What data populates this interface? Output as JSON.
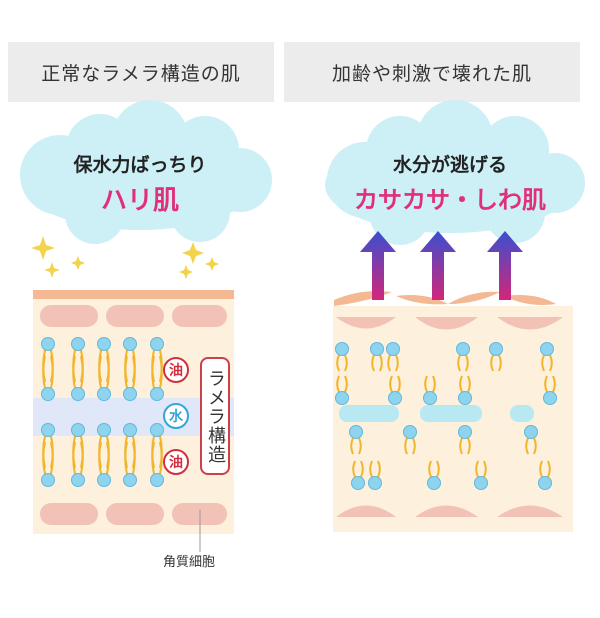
{
  "left": {
    "header": "正常なラメラ構造の肌",
    "cloud_line1": "保水力ばっちり",
    "cloud_line2": "ハリ肌",
    "lamella_label": "ラメラ構造",
    "oil_label": "油",
    "water_label": "水",
    "corneocyte_label": "角質細胞"
  },
  "right": {
    "header": "加齢や刺激で壊れた肌",
    "cloud_line1": "水分が逃げる",
    "cloud_line2": "カサカサ・しわ肌"
  },
  "colors": {
    "pink_text": "#e0307a",
    "cloud": "#cdeff6",
    "skin_bg": "#fdf0dd",
    "cell": "#f2c2b6",
    "lipid_head": "#8fd4ee",
    "lipid_tail": "#f0b52a",
    "water": "#b8e8f2",
    "arrow_top": "#3a4fd0",
    "arrow_bottom": "#d3267a",
    "badge_red": "#d0303e",
    "badge_blue": "#33a6d9"
  }
}
